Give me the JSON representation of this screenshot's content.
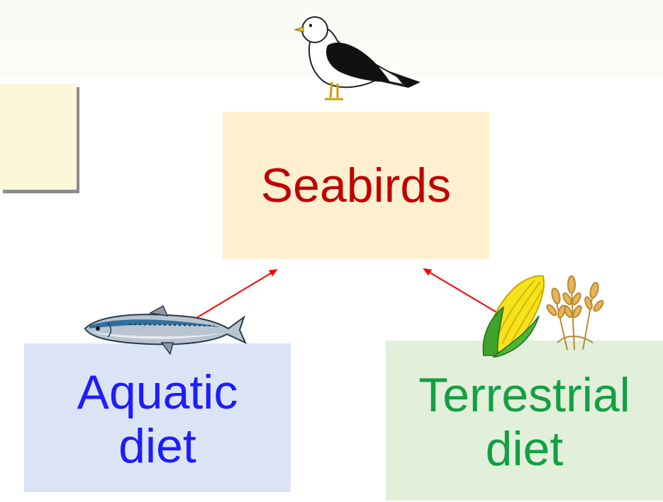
{
  "title_box": {
    "label": "Seabirds",
    "color": "#c00000",
    "fill": "#fff1d0"
  },
  "source_boxes": [
    {
      "label_line1": "Aquatic",
      "label_line2": "diet",
      "color": "#1d1dff",
      "fill": "#dbe4f5"
    },
    {
      "label_line1": "Terrestrial",
      "label_line2": "diet",
      "color": "#13a043",
      "fill": "#e2efda"
    }
  ],
  "arrow_color": "#ff0000",
  "icons": [
    "seagull-icon",
    "sardine-fish-icon",
    "corn-cob-icon",
    "wheat-icon"
  ]
}
